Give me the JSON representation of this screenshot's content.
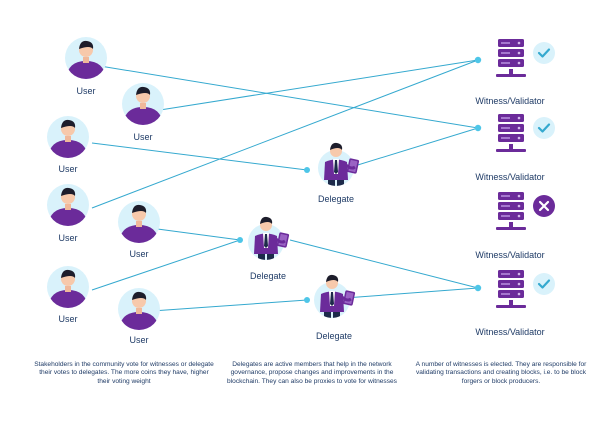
{
  "labels": {
    "user": "User",
    "delegate": "Delegate",
    "witness": "Witness/Validator"
  },
  "captions": {
    "users": "Stakeholders in the community vote for witnesses or delegate their votes to delegates. The more coins they have, higher their voting weight",
    "delegates": "Delegates are active members that help in the network governance, propose changes and improvements in the blockchain. They can also be proxies to vote for witnesses",
    "witnesses": "A number of witnesses is elected. They are responsible for validating transactions and creating blocks, i.e. to be block forgers or block producers."
  },
  "witness_status": [
    "elected",
    "elected",
    "not-elected",
    "elected"
  ],
  "colors": {
    "purple": "#6b2b9a",
    "line": "#35a9cf",
    "dot": "#4ec6e8",
    "check_bg": "#d9f2fb",
    "check_fg": "#35a9cf",
    "cross_bg": "#6b2b9a",
    "cross_fg": "#ffffff",
    "text": "#1f3b66"
  }
}
